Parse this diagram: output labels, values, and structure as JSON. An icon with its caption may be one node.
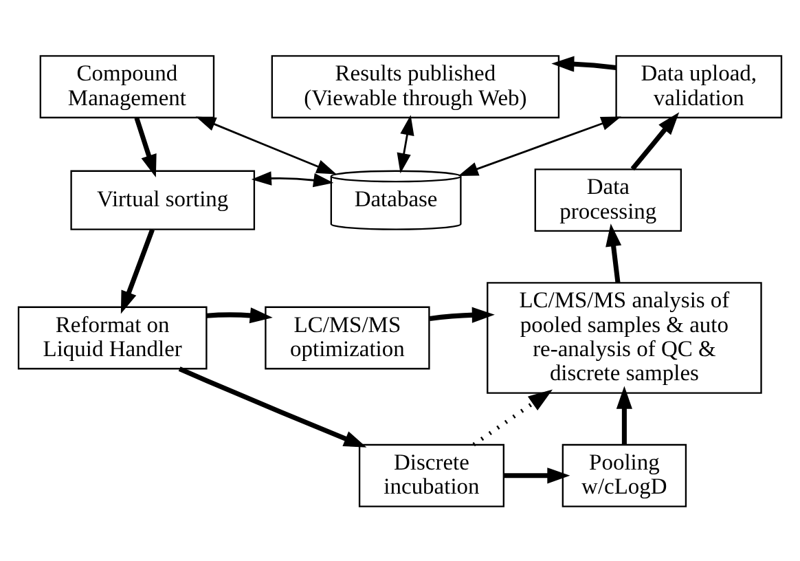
{
  "diagram": {
    "nodes": [
      {
        "text": [
          "Compound Management"
        ]
      },
      {
        "text": [
          "Results published (Viewable through Web)"
        ]
      },
      {
        "text": [
          "Data upload, validation"
        ]
      },
      {
        "text": [
          "Virtual sorting"
        ]
      },
      {
        "text": [
          "Database"
        ]
      },
      {
        "text": [
          "Data processing"
        ]
      },
      {
        "text": [
          "Reformat on Liquid Handler"
        ]
      },
      {
        "text": [
          "LC/MS/MS optimization"
        ]
      },
      {
        "text": [
          "LC/MS/MS analysis of pooled samples & auto re-analysis of QC & discrete samples"
        ]
      },
      {
        "text": [
          "Discrete incubation"
        ]
      },
      {
        "text": [
          "Pooling w/cLogD"
        ]
      }
    ],
    "edges": [
      {
        "from": 0,
        "to": 3,
        "arrow": "to"
      },
      {
        "from": 0,
        "to": 4,
        "arrow": "both"
      },
      {
        "from": 3,
        "to": 4,
        "arrow": "both"
      },
      {
        "from": 1,
        "to": 4,
        "arrow": "both"
      },
      {
        "from": 4,
        "to": 2,
        "arrow": "both"
      },
      {
        "from": 3,
        "to": 6,
        "arrow": "to"
      },
      {
        "from": 6,
        "to": 7,
        "arrow": "to"
      },
      {
        "from": 6,
        "to": 9,
        "arrow": "to"
      },
      {
        "from": 7,
        "to": 8,
        "arrow": "to"
      },
      {
        "from": 9,
        "to": 10,
        "arrow": "to"
      },
      {
        "from": 10,
        "to": 8,
        "arrow": "to"
      },
      {
        "from": 9,
        "to": 8,
        "arrow": "to",
        "style": "dashed"
      },
      {
        "from": 8,
        "to": 5,
        "arrow": "to"
      },
      {
        "from": 5,
        "to": 2,
        "arrow": "to"
      },
      {
        "from": 2,
        "to": 1,
        "arrow": "to"
      }
    ]
  }
}
